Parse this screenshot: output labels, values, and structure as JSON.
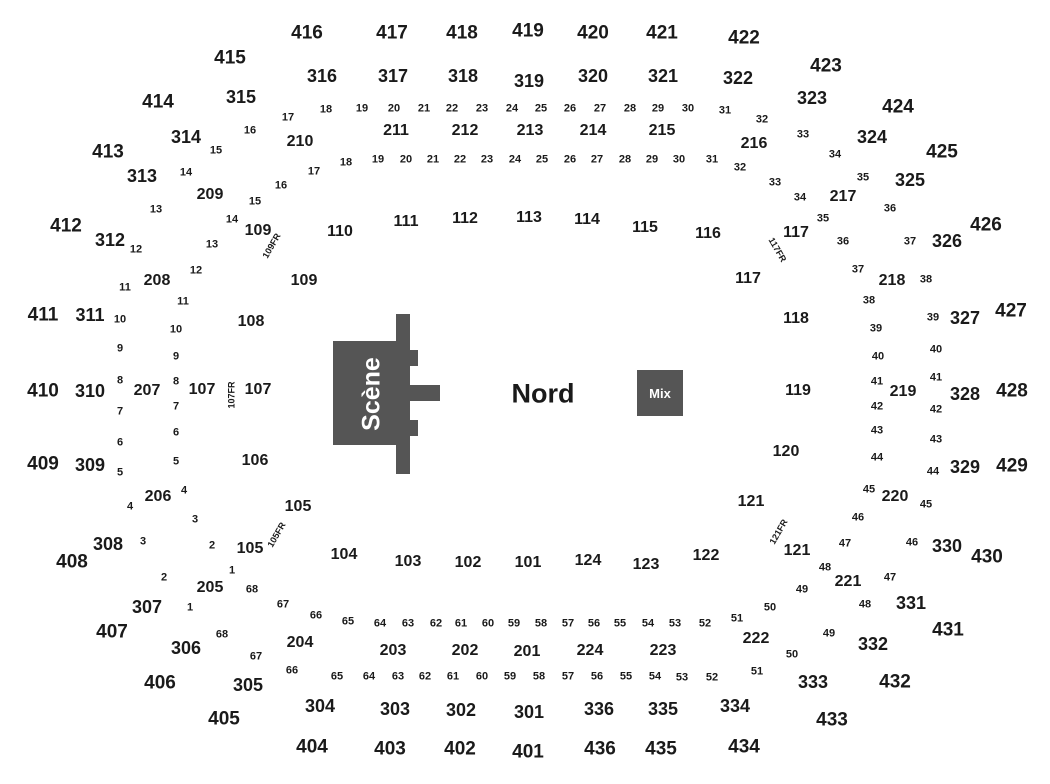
{
  "stage_label": "Scène",
  "mix_label": "Mix",
  "floor_label": "Nord",
  "colors": {
    "stage": "#555555",
    "text": "#1a1a1a",
    "background": "#ffffff"
  },
  "sections_400": [
    "401",
    "402",
    "403",
    "404",
    "405",
    "406",
    "407",
    "408",
    "409",
    "410",
    "411",
    "412",
    "413",
    "414",
    "415",
    "416",
    "417",
    "418",
    "419",
    "420",
    "421",
    "422",
    "423",
    "424",
    "425",
    "426",
    "427",
    "428",
    "429",
    "430",
    "431",
    "432",
    "433",
    "434",
    "435",
    "436"
  ],
  "sections_300": [
    "301",
    "302",
    "303",
    "304",
    "305",
    "306",
    "307",
    "308",
    "309",
    "310",
    "311",
    "312",
    "313",
    "314",
    "315",
    "316",
    "317",
    "318",
    "319",
    "320",
    "321",
    "322",
    "323",
    "324",
    "325",
    "326",
    "327",
    "328",
    "329",
    "330",
    "331",
    "332",
    "333",
    "334",
    "335",
    "336"
  ],
  "sections_200": [
    "201",
    "202",
    "203",
    "204",
    "205",
    "206",
    "207",
    "208",
    "209",
    "210",
    "211",
    "212",
    "213",
    "214",
    "215",
    "216",
    "217",
    "218",
    "219",
    "220",
    "221",
    "222",
    "223",
    "224"
  ],
  "sections_100": [
    "101",
    "102",
    "103",
    "104",
    "105",
    "105",
    "106",
    "107",
    "107",
    "108",
    "109",
    "109",
    "110",
    "111",
    "112",
    "113",
    "114",
    "115",
    "116",
    "117",
    "117",
    "118",
    "119",
    "120",
    "121",
    "121",
    "122",
    "123",
    "124"
  ],
  "floor_row_labels": [
    "105FR",
    "107FR",
    "109FR",
    "117FR",
    "121FR"
  ],
  "rows_outer": [
    "17",
    "18",
    "19",
    "20",
    "21",
    "22",
    "23",
    "24",
    "25",
    "26",
    "27",
    "28",
    "29",
    "30",
    "31",
    "32",
    "33",
    "34",
    "35",
    "36",
    "37",
    "38",
    "39",
    "40",
    "41",
    "42",
    "43",
    "44",
    "45",
    "46",
    "47",
    "48",
    "49",
    "50",
    "51",
    "52",
    "53",
    "54",
    "55",
    "56",
    "57",
    "58",
    "59",
    "60",
    "61",
    "62",
    "63",
    "64",
    "65",
    "66",
    "67",
    "68",
    "1",
    "2",
    "3",
    "4",
    "5",
    "6",
    "7",
    "8",
    "9",
    "10",
    "11",
    "12",
    "13",
    "14",
    "15",
    "16"
  ],
  "rows_inner": [
    "18",
    "19",
    "20",
    "21",
    "22",
    "23",
    "24",
    "25",
    "26",
    "27",
    "28",
    "29",
    "30",
    "31",
    "32",
    "33",
    "34",
    "35",
    "36",
    "37",
    "38",
    "39",
    "40",
    "41",
    "42",
    "43",
    "44",
    "45",
    "46",
    "47",
    "48",
    "49",
    "50",
    "51",
    "52",
    "53",
    "54",
    "55",
    "56",
    "57",
    "58",
    "59",
    "60",
    "61",
    "62",
    "63",
    "64",
    "65",
    "66",
    "67",
    "68",
    "1",
    "2",
    "3",
    "4",
    "5",
    "6",
    "7",
    "8",
    "9",
    "10",
    "11",
    "12",
    "13",
    "14",
    "15",
    "16",
    "17"
  ]
}
